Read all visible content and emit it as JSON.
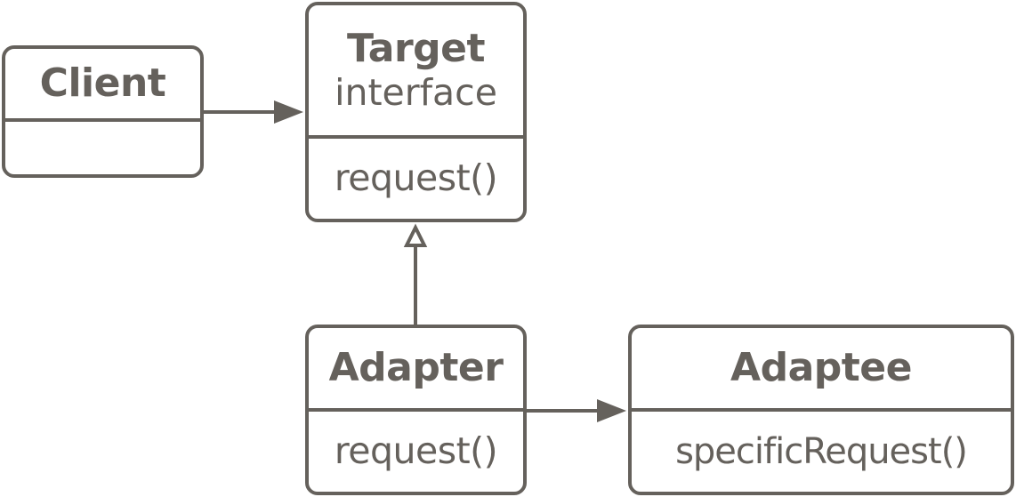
{
  "diagram": {
    "colors": {
      "stroke": "#65615c",
      "text": "#65615c",
      "background": "#ffffff"
    },
    "classes": {
      "client": {
        "name": "Client",
        "operations": []
      },
      "target": {
        "name": "Target",
        "stereotype": "interface",
        "operation": "request()"
      },
      "adapter": {
        "name": "Adapter",
        "operation": "request()"
      },
      "adaptee": {
        "name": "Adaptee",
        "operation": "specificRequest()"
      }
    },
    "relations": [
      {
        "from": "Client",
        "to": "Target",
        "kind": "association"
      },
      {
        "from": "Adapter",
        "to": "Target",
        "kind": "realization"
      },
      {
        "from": "Adapter",
        "to": "Adaptee",
        "kind": "association"
      }
    ]
  }
}
